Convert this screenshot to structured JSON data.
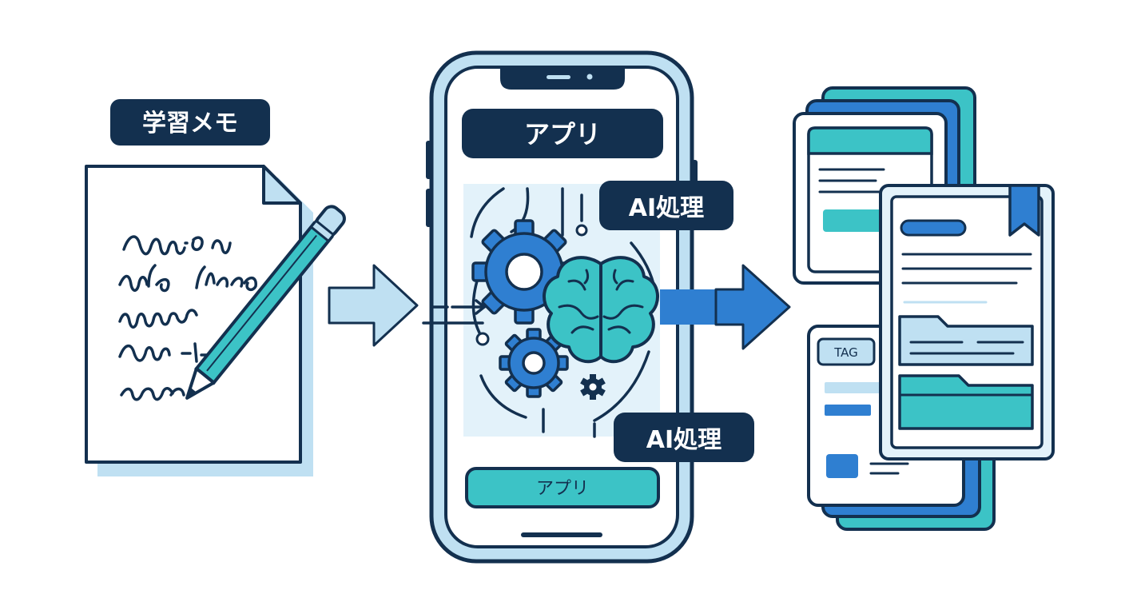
{
  "memo": {
    "label": "学習メモ"
  },
  "phone": {
    "header_label": "アプリ",
    "ai_label_top": "AI処理",
    "ai_label_bottom": "AI処理",
    "button_label": "アプリ"
  },
  "output": {
    "tag_label": "TAG"
  },
  "colors": {
    "navy": "#13304f",
    "blue": "#2f7fd1",
    "teal": "#3cc3c6",
    "light_blue": "#bfe0f2",
    "pale_blue": "#e3f2fa"
  },
  "icons": [
    "document-icon",
    "pencil-icon",
    "arrow-right-icon",
    "gear-icon",
    "brain-icon",
    "bookmark-icon",
    "folder-icon"
  ]
}
